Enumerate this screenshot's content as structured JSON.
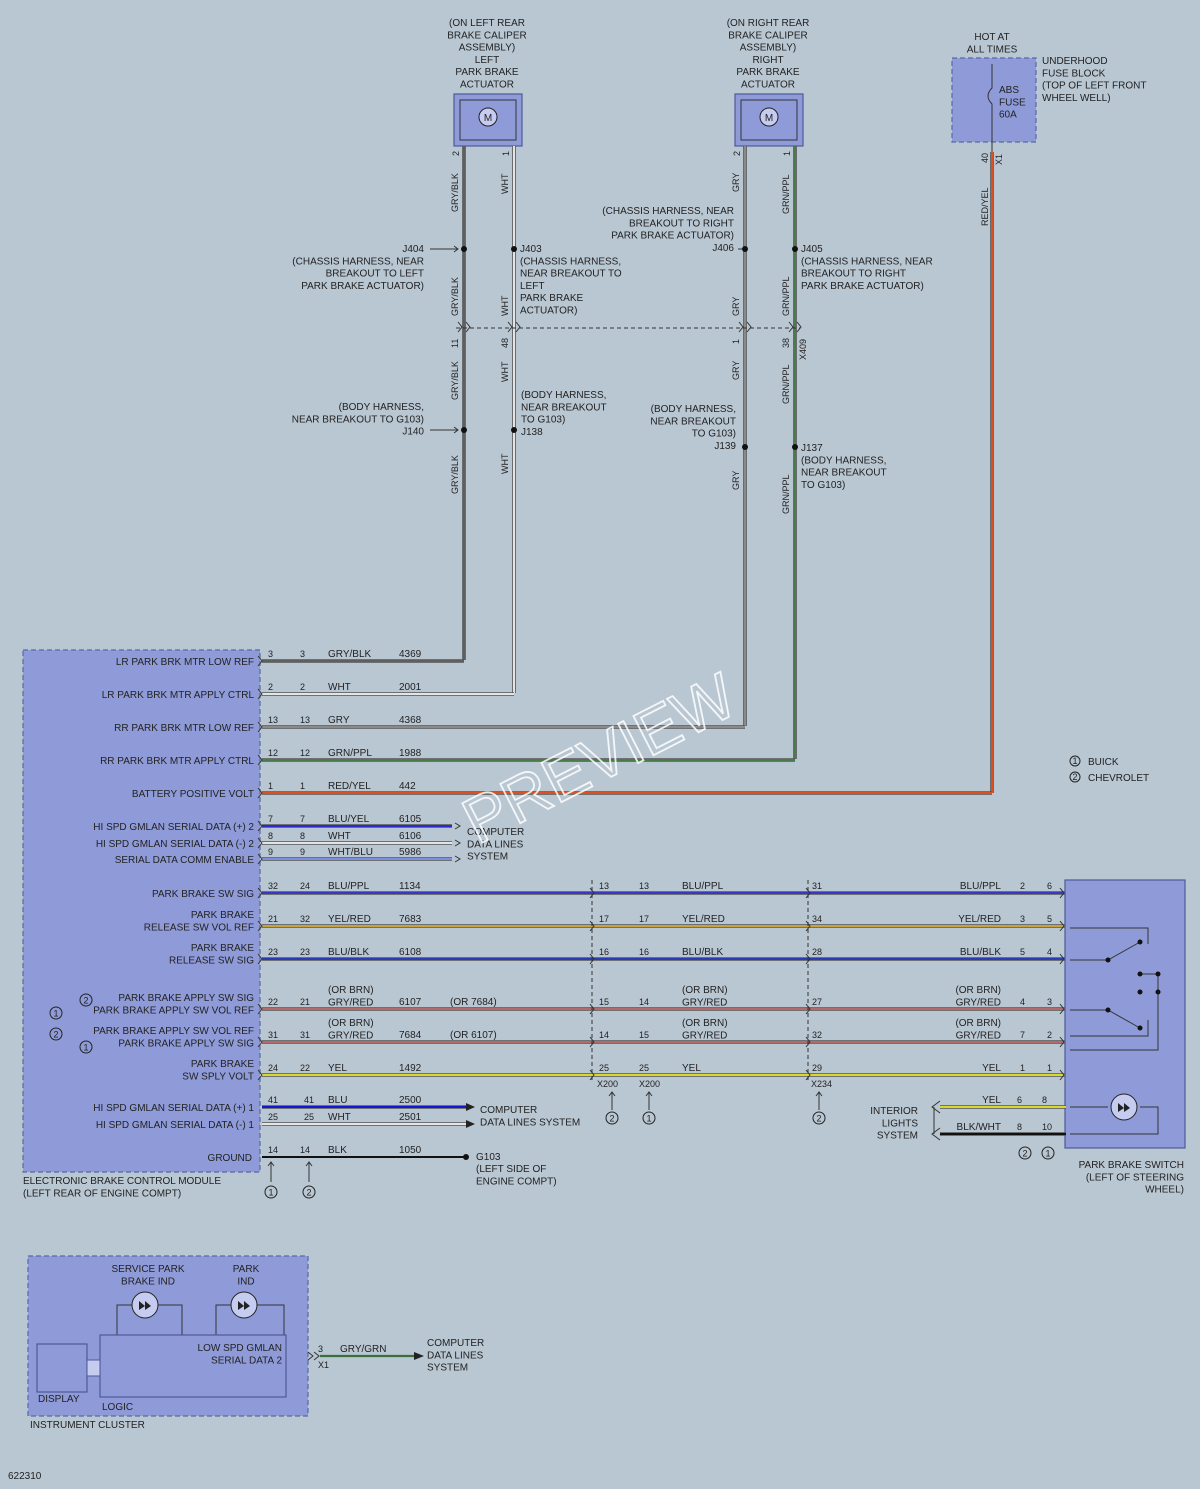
{
  "components": {
    "left_actuator": "(ON LEFT REAR\nBRAKE CALIPER\nASSEMBLY)\nLEFT\nPARK BRAKE\nACTUATOR",
    "right_actuator": "(ON RIGHT REAR\nBRAKE CALIPER\nASSEMBLY)\nRIGHT\nPARK BRAKE\nACTUATOR",
    "motor_symbol": "M",
    "hot": "HOT AT\nALL TIMES",
    "fuse_block": "UNDERHOOD\nFUSE BLOCK\n(TOP OF LEFT FRONT\nWHEEL WELL)",
    "fuse": "ABS\nFUSE\n60A",
    "ebcm": "ELECTRONIC BRAKE CONTROL MODULE\n(LEFT REAR OF ENGINE COMPT)",
    "switch": "PARK BRAKE SWITCH\n(LEFT OF STEERING\nWHEEL)",
    "cluster": "INSTRUMENT CLUSTER",
    "service_ind": "SERVICE PARK\nBRAKE IND",
    "park_ind": "PARK\nIND",
    "display": "DISPLAY",
    "logic": "LOGIC",
    "low_gmlan": "LOW SPD GMLAN\nSERIAL DATA 2",
    "interior_lights": "INTERIOR\nLIGHTS\nSYSTEM",
    "ground_loc": "(LEFT SIDE OF\nENGINE COMPT)",
    "g103": "G103",
    "figure_number": "622310",
    "watermark": "PREVIEW"
  },
  "connectors": {
    "x1": "X1",
    "x409": "X409",
    "x200a": "X200",
    "x200b": "X200",
    "x234": "X234",
    "x1_cluster": "X1",
    "fuse_pin": "40",
    "la_pin2": "2",
    "la_pin1": "1",
    "ra_pin2": "2",
    "ra_pin1": "1",
    "x409_11": "11",
    "x409_48": "48",
    "x409_1": "1",
    "x409_38": "38",
    "cluster_pin": "3"
  },
  "splices": {
    "j404": "J404\n(CHASSIS HARNESS, NEAR\nBREAKOUT TO LEFT\nPARK BRAKE ACTUATOR)",
    "j403": "J403\n(CHASSIS HARNESS,\nNEAR BREAKOUT TO\nLEFT\nPARK BRAKE\nACTUATOR)",
    "j406": "(CHASSIS HARNESS, NEAR\nBREAKOUT TO RIGHT\nPARK BRAKE ACTUATOR)\nJ406",
    "j405": "J405\n(CHASSIS HARNESS, NEAR\nBREAKOUT TO RIGHT\nPARK BRAKE ACTUATOR)",
    "j140": "(BODY HARNESS,\nNEAR BREAKOUT TO G103)\nJ140",
    "j138": "(BODY HARNESS,\nNEAR BREAKOUT\nTO G103)\nJ138",
    "j139": "(BODY HARNESS,\nNEAR BREAKOUT\nTO G103)\nJ139",
    "j137": "J137\n(BODY HARNESS,\nNEAR BREAKOUT\nTO G103)"
  },
  "wire_labels": {
    "gryblk": "GRY/BLK",
    "wht": "WHT",
    "gry": "GRY",
    "grnppl": "GRN/PPL",
    "redyel": "RED/YEL"
  },
  "legend": {
    "buick": "BUICK",
    "chevrolet": "CHEVROLET",
    "one": "1",
    "two": "2"
  },
  "ebcm_pins": [
    {
      "label": "LR PARK BRK MTR LOW REF",
      "p1": "3",
      "p2": "3",
      "wire": "GRY/BLK",
      "circuit": "4369"
    },
    {
      "label": "LR PARK BRK MTR APPLY CTRL",
      "p1": "2",
      "p2": "2",
      "wire": "WHT",
      "circuit": "2001"
    },
    {
      "label": "RR PARK BRK MTR LOW REF",
      "p1": "13",
      "p2": "13",
      "wire": "GRY",
      "circuit": "4368"
    },
    {
      "label": "RR PARK BRK MTR APPLY CTRL",
      "p1": "12",
      "p2": "12",
      "wire": "GRN/PPL",
      "circuit": "1988"
    },
    {
      "label": "BATTERY POSITIVE VOLT",
      "p1": "1",
      "p2": "1",
      "wire": "RED/YEL",
      "circuit": "442"
    },
    {
      "label": "HI SPD GMLAN SERIAL DATA (+) 2",
      "p1": "7",
      "p2": "7",
      "wire": "BLU/YEL",
      "circuit": "6105"
    },
    {
      "label": "HI SPD GMLAN SERIAL DATA (-) 2",
      "p1": "8",
      "p2": "8",
      "wire": "WHT",
      "circuit": "6106"
    },
    {
      "label": "SERIAL DATA COMM ENABLE",
      "p1": "9",
      "p2": "9",
      "wire": "WHT/BLU",
      "circuit": "5986"
    }
  ],
  "data_lines_1": "COMPUTER\nDATA LINES\nSYSTEM",
  "switch_rows": [
    {
      "label": "PARK BRAKE SW SIG",
      "p1": "32",
      "p2": "24",
      "wire": "BLU/PPL",
      "circuit": "1134",
      "alt": "",
      "x200a": "13",
      "x200b": "13",
      "wire2": "BLU/PPL",
      "x234": "31",
      "wire3": "BLU/PPL",
      "s1": "2",
      "s2": "6"
    },
    {
      "label": "PARK BRAKE\nRELEASE SW VOL REF",
      "p1": "21",
      "p2": "32",
      "wire": "YEL/RED",
      "circuit": "7683",
      "alt": "",
      "x200a": "17",
      "x200b": "17",
      "wire2": "YEL/RED",
      "x234": "34",
      "wire3": "YEL/RED",
      "s1": "3",
      "s2": "5"
    },
    {
      "label": "PARK BRAKE\nRELEASE SW SIG",
      "p1": "23",
      "p2": "23",
      "wire": "BLU/BLK",
      "circuit": "6108",
      "alt": "",
      "x200a": "16",
      "x200b": "16",
      "wire2": "BLU/BLK",
      "x234": "28",
      "wire3": "BLU/BLK",
      "s1": "5",
      "s2": "4"
    },
    {
      "label": "PARK BRAKE APPLY SW SIG\nPARK BRAKE APPLY SW VOL REF",
      "p1": "22",
      "p2": "21",
      "wire": "(OR BRN)\nGRY/RED",
      "circuit": "6107",
      "alt": "(OR 7684)",
      "x200a": "15",
      "x200b": "14",
      "wire2": "(OR BRN)\nGRY/RED",
      "x234": "27",
      "wire3": "(OR BRN)\nGRY/RED",
      "s1": "4",
      "s2": "3"
    },
    {
      "label": "PARK BRAKE APPLY SW VOL REF\nPARK BRAKE APPLY SW SIG",
      "p1": "31",
      "p2": "31",
      "wire": "(OR BRN)\nGRY/RED",
      "circuit": "7684",
      "alt": "(OR 6107)",
      "x200a": "14",
      "x200b": "15",
      "wire2": "(OR BRN)\nGRY/RED",
      "x234": "32",
      "wire3": "(OR BRN)\nGRY/RED",
      "s1": "7",
      "s2": "2"
    },
    {
      "label": "PARK BRAKE\nSW SPLY VOLT",
      "p1": "24",
      "p2": "22",
      "wire": "YEL",
      "circuit": "1492",
      "alt": "",
      "x200a": "25",
      "x200b": "25",
      "wire2": "YEL",
      "x234": "29",
      "wire3": "YEL",
      "s1": "1",
      "s2": "1"
    }
  ],
  "gmlan1_rows": [
    {
      "label": "HI SPD GMLAN SERIAL DATA (+) 1",
      "p1": "41",
      "p2": "41",
      "wire": "BLU",
      "circuit": "2500"
    },
    {
      "label": "HI SPD GMLAN SERIAL DATA (-) 1",
      "p1": "25",
      "p2": "25",
      "wire": "WHT",
      "circuit": "2501"
    }
  ],
  "data_lines_2": "COMPUTER\nDATA LINES SYSTEM",
  "ground_row": {
    "label": "GROUND",
    "p1": "14",
    "p2": "14",
    "wire": "BLK",
    "circuit": "1050"
  },
  "interior_rows": [
    {
      "wire": "YEL",
      "s1": "6",
      "s2": "8"
    },
    {
      "wire": "BLK/WHT",
      "s1": "8",
      "s2": "10"
    }
  ],
  "cluster_wire": "GRY/GRN",
  "data_lines_3": "COMPUTER\nDATA LINES\nSYSTEM",
  "colors": {
    "gryblk": "#5f5f5f",
    "wht": "#e4e4e4",
    "gry": "#8a8a8a",
    "grnppl": "#4b7a4b",
    "redyel": "#e0501e",
    "bluyel": "#2a2ad0",
    "whtblu": "#7f8fe0",
    "bluppl": "#3838c8",
    "yelred": "#c8a23c",
    "blublk": "#2c3ab8",
    "gryred": "#b56a6a",
    "yel": "#d9d92a",
    "blu": "#1515d8",
    "blk": "#111111",
    "grygrn": "#3c6e3c"
  }
}
